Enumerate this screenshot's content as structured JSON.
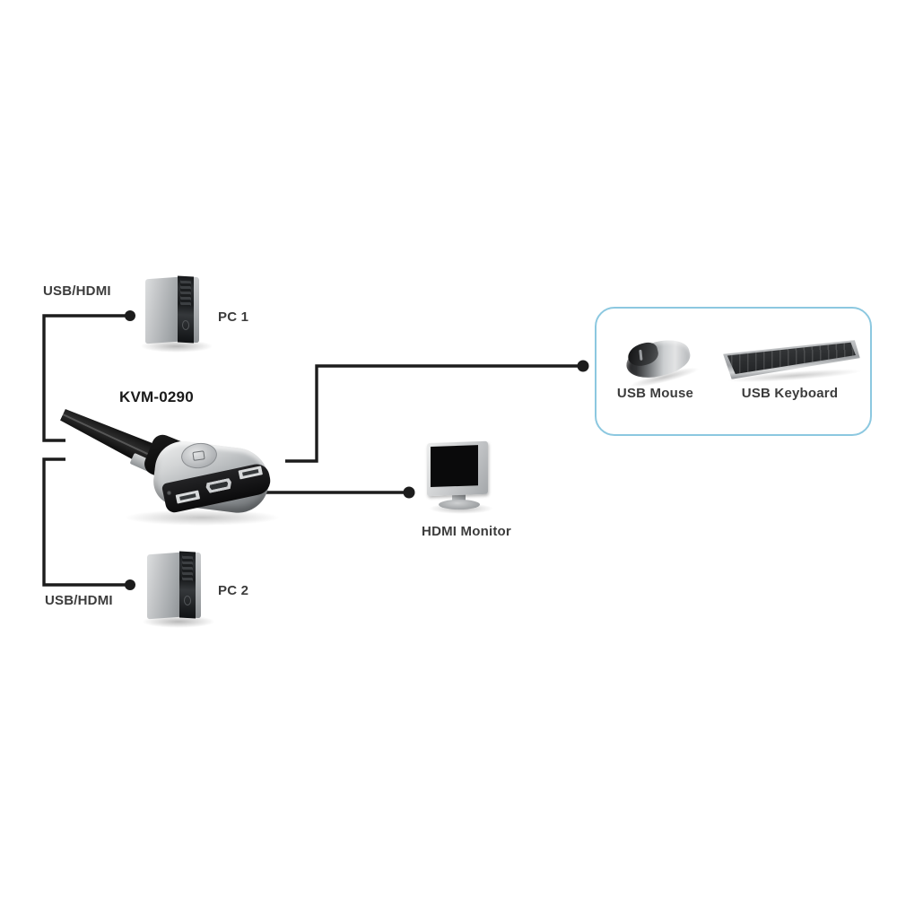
{
  "labels": {
    "pc1_connection": "USB/HDMI",
    "pc1": "PC 1",
    "kvm_model": "KVM-0290",
    "usb_mouse": "USB Mouse",
    "usb_keyboard": "USB Keyboard",
    "hdmi_monitor": "HDMI Monitor",
    "pc2": "PC 2",
    "pc2_connection": "USB/HDMI"
  },
  "colors": {
    "line_color": "#1c1c1c",
    "box_border_color": "#8cc8e0",
    "label_color": "#3c3c3c",
    "model_color": "#1a1a1a"
  }
}
